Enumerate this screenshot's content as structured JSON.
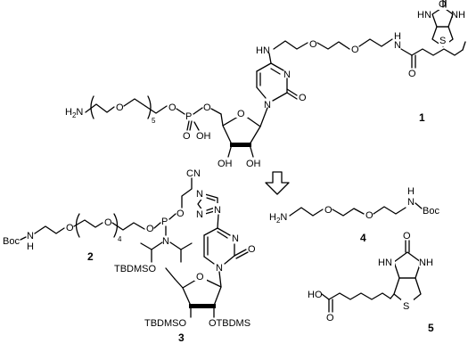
{
  "compound1": {
    "number": "1",
    "labels": {
      "amine": "H2N",
      "o_peg": "O",
      "rep5": "5",
      "o_link": "O",
      "p": "P",
      "p_eq_o": "O",
      "p_oh": "OH",
      "o_5prime": "O",
      "o_ring": "O",
      "n1": "N",
      "n3": "N",
      "c2_o": "O",
      "nh4": "HN",
      "o_a": "O",
      "o_b": "O",
      "nh_amide": "N",
      "h_amide": "H",
      "amide_o": "O",
      "oh2": "OH",
      "oh3": "OH",
      "b_o": "O",
      "b_nh1": "HN",
      "b_nh2": "NH",
      "b_s": "S"
    }
  },
  "compound2": {
    "number": "2",
    "labels": {
      "boc": "Boc",
      "nh": "N",
      "h": "H",
      "o1": "O",
      "o2": "O",
      "rep4": "4",
      "o3": "O",
      "p": "P",
      "o4": "O",
      "cn": "CN",
      "n": "N"
    }
  },
  "compound3": {
    "number": "3",
    "labels": {
      "tr_n1": "N",
      "tr_n2": "N",
      "tr_n3": "N",
      "n3": "N",
      "n1": "N",
      "c2_o": "O",
      "o_ring": "O",
      "tbdms1": "TBDMSO",
      "tbdms2": "TBDMSO",
      "tbdms3": "OTBDMS"
    }
  },
  "compound4": {
    "number": "4",
    "labels": {
      "amine": "H2N",
      "o1": "O",
      "o2": "O",
      "nh": "N",
      "h": "H",
      "boc": "Boc"
    }
  },
  "compound5": {
    "number": "5",
    "labels": {
      "acid": "HO",
      "acid_o": "O",
      "b_o": "O",
      "b_nh1": "HN",
      "b_nh2": "NH",
      "b_s": "S"
    }
  }
}
